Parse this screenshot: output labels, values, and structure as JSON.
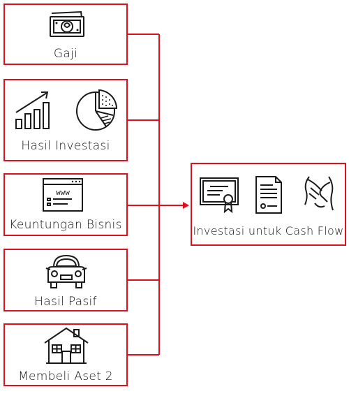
{
  "sources": [
    {
      "label": "Gaji",
      "icon": "money-bill-icon"
    },
    {
      "label": "Hasil Investasi",
      "icons": [
        "bar-chart-growth-icon",
        "pie-chart-icon"
      ]
    },
    {
      "label": "Keuntungan Bisnis",
      "icon": "website-browser-icon",
      "icon_text": "www"
    },
    {
      "label": "Hasil Pasif",
      "icon": "car-icon"
    },
    {
      "label": "Membeli Aset 2",
      "icon": "house-icon"
    }
  ],
  "target": {
    "label": "Investasi untuk Cash Flow",
    "icons": [
      "certificate-icon",
      "contract-document-icon",
      "handshake-icon"
    ]
  },
  "colors": {
    "border": "#e0101a",
    "line": "#e0101a",
    "icon": "#1a1a1a"
  }
}
